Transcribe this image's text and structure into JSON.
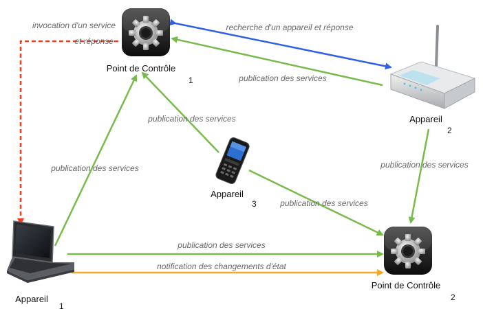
{
  "nodes": {
    "cp1": {
      "label": "Point de Contrôle",
      "sub": "1",
      "icon": "gear-icon"
    },
    "cp2": {
      "label": "Point de Contrôle",
      "sub": "2",
      "icon": "gear-icon"
    },
    "dev1": {
      "label": "Appareil",
      "sub": "1",
      "icon": "laptop-icon"
    },
    "dev2": {
      "label": "Appareil",
      "sub": "2",
      "icon": "router-icon"
    },
    "dev3": {
      "label": "Appareil",
      "sub": "3",
      "icon": "mobile-phone-icon"
    }
  },
  "edges": {
    "invocation": {
      "line1": "invocation d'un service",
      "line2": "et réponse",
      "color": "#ff3b1f"
    },
    "search": {
      "label": "recherche d'un appareil et réponse",
      "color": "#2f5fe8"
    },
    "pub_dev2_cp1": {
      "label": "publication des services",
      "color": "#77bb4a"
    },
    "pub_dev3_cp1": {
      "label": "publication des services",
      "color": "#77bb4a"
    },
    "pub_dev1_cp1": {
      "label": "publication des services",
      "color": "#77bb4a"
    },
    "pub_dev2_cp2": {
      "label": "publication des services",
      "color": "#77bb4a"
    },
    "pub_dev3_cp2": {
      "label": "publication des services",
      "color": "#77bb4a"
    },
    "pub_dev1_cp2": {
      "label": "publication des services",
      "color": "#77bb4a"
    },
    "notification": {
      "label": "notification des changements d'état",
      "color": "#f4a82a"
    }
  }
}
